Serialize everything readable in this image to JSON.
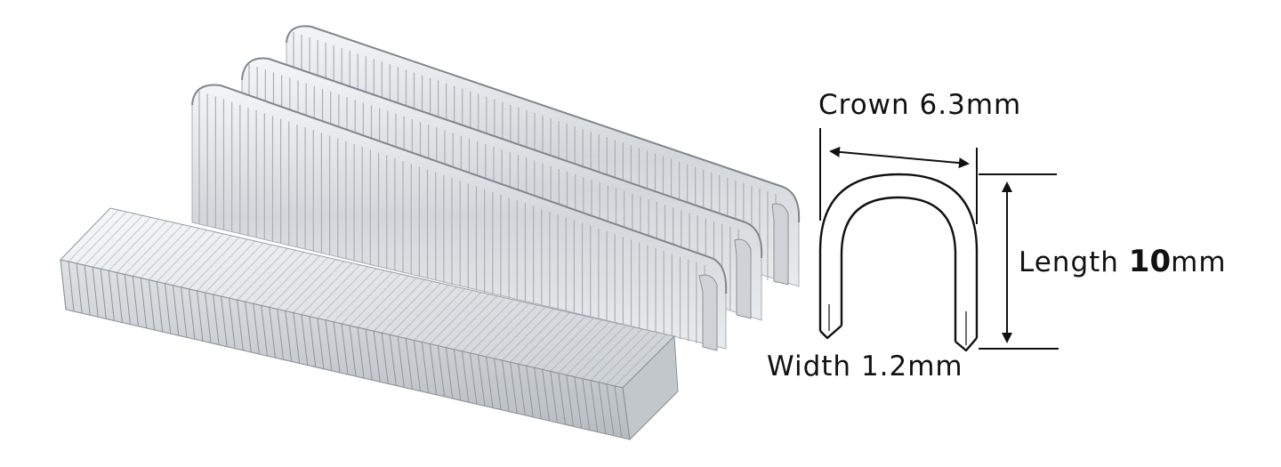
{
  "dimensions": {
    "crown": {
      "name": "Crown",
      "value": "6.3mm"
    },
    "length": {
      "name": "Length",
      "value": "10",
      "unit": "mm"
    },
    "width": {
      "name": "Width",
      "value": "1.2mm"
    }
  },
  "colors": {
    "steel_light": "#eef0f2",
    "steel_mid": "#c6cbd0",
    "steel_dark": "#8a9096",
    "line": "#111111"
  }
}
